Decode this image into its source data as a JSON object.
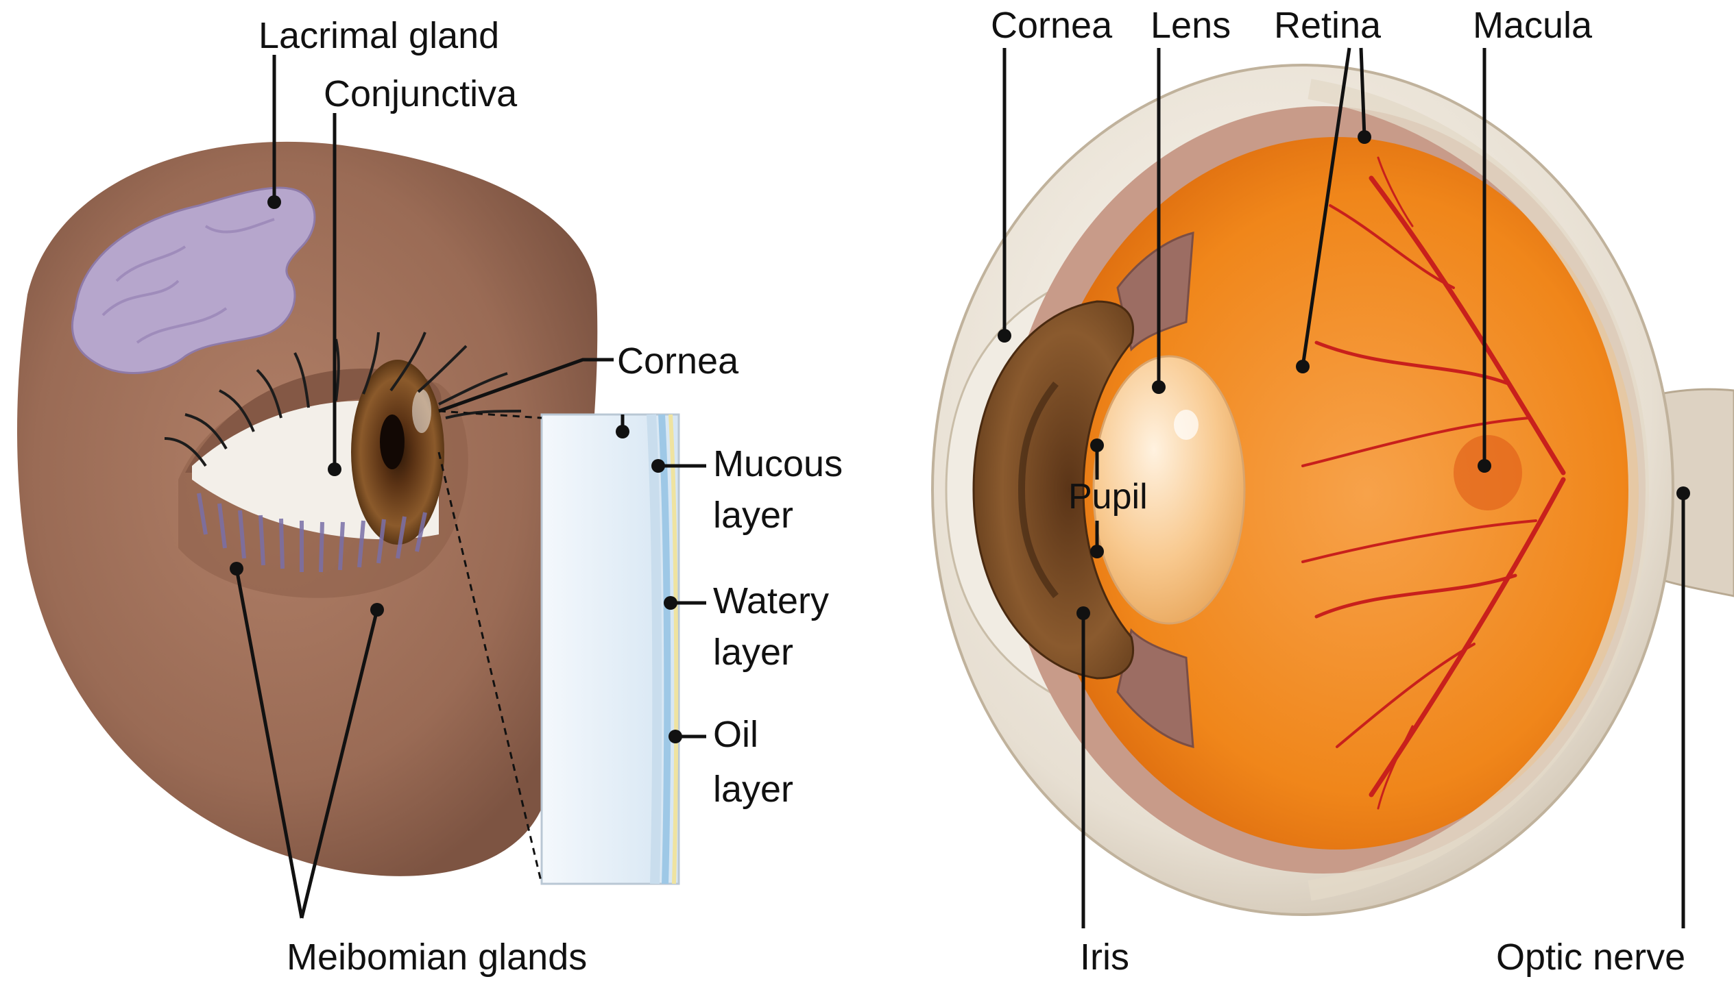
{
  "left_panel": {
    "labels": {
      "lacrimal_gland": "Lacrimal gland",
      "conjunctiva": "Conjunctiva",
      "cornea": "Cornea",
      "mucous_line1": "Mucous",
      "mucous_line2": "layer",
      "watery_line1": "Watery",
      "watery_line2": "layer",
      "oil_line1": "Oil",
      "oil_line2": "layer",
      "meibomian_glands": "Meibomian glands"
    }
  },
  "right_panel": {
    "labels": {
      "cornea": "Cornea",
      "lens": "Lens",
      "retina": "Retina",
      "macula": "Macula",
      "pupil": "Pupil",
      "iris": "Iris",
      "optic_nerve": "Optic nerve"
    }
  },
  "colors": {
    "skin": "#9a6b55",
    "lacrimal": "#b6a6cc",
    "iris_brown": "#7a4a22",
    "sclera": "#efe9df",
    "vitreous_orange": "#f0861a",
    "retina_vessels": "#c8201c",
    "tear_film_blue": "#dbe8f3",
    "oil_yellow": "#efe3a0"
  }
}
